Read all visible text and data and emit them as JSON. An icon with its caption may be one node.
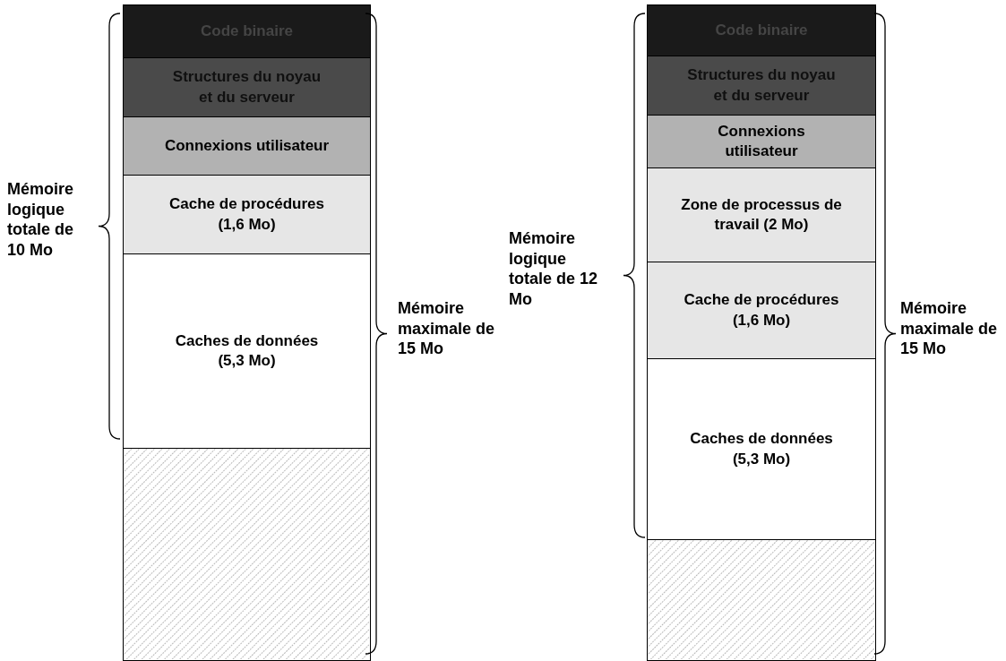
{
  "diagram": {
    "nodes": [
      {
        "text": [
          "Code binaire"
        ]
      },
      {
        "text": [
          "Structures du noyau et du serveur"
        ]
      },
      {
        "text": [
          "Connexions utilisateur"
        ]
      },
      {
        "text": [
          "Cache de procédures (1,6 Mo)"
        ]
      },
      {
        "text": [
          "Caches de données (5,3 Mo)"
        ]
      },
      {
        "text": [],
        "shape": "box"
      },
      {
        "text": [
          "Code binaire"
        ]
      },
      {
        "text": [
          "Structures du noyau et du serveur"
        ]
      },
      {
        "text": [
          "Connexions utilisateur"
        ]
      },
      {
        "text": [
          "Zone de processus de travail (2 Mo)"
        ]
      },
      {
        "text": [
          "Cache de procédures (1,6 Mo)"
        ]
      },
      {
        "text": [
          "Caches de données (5,3 Mo)"
        ]
      },
      {
        "text": [],
        "shape": "box"
      }
    ],
    "labels": [
      "Mémoire logique totale de 10 Mo",
      "Mémoire maximale de 15 Mo",
      "Mémoire logique totale de 12 Mo",
      "Mémoire maximale de 15 Mo"
    ]
  }
}
